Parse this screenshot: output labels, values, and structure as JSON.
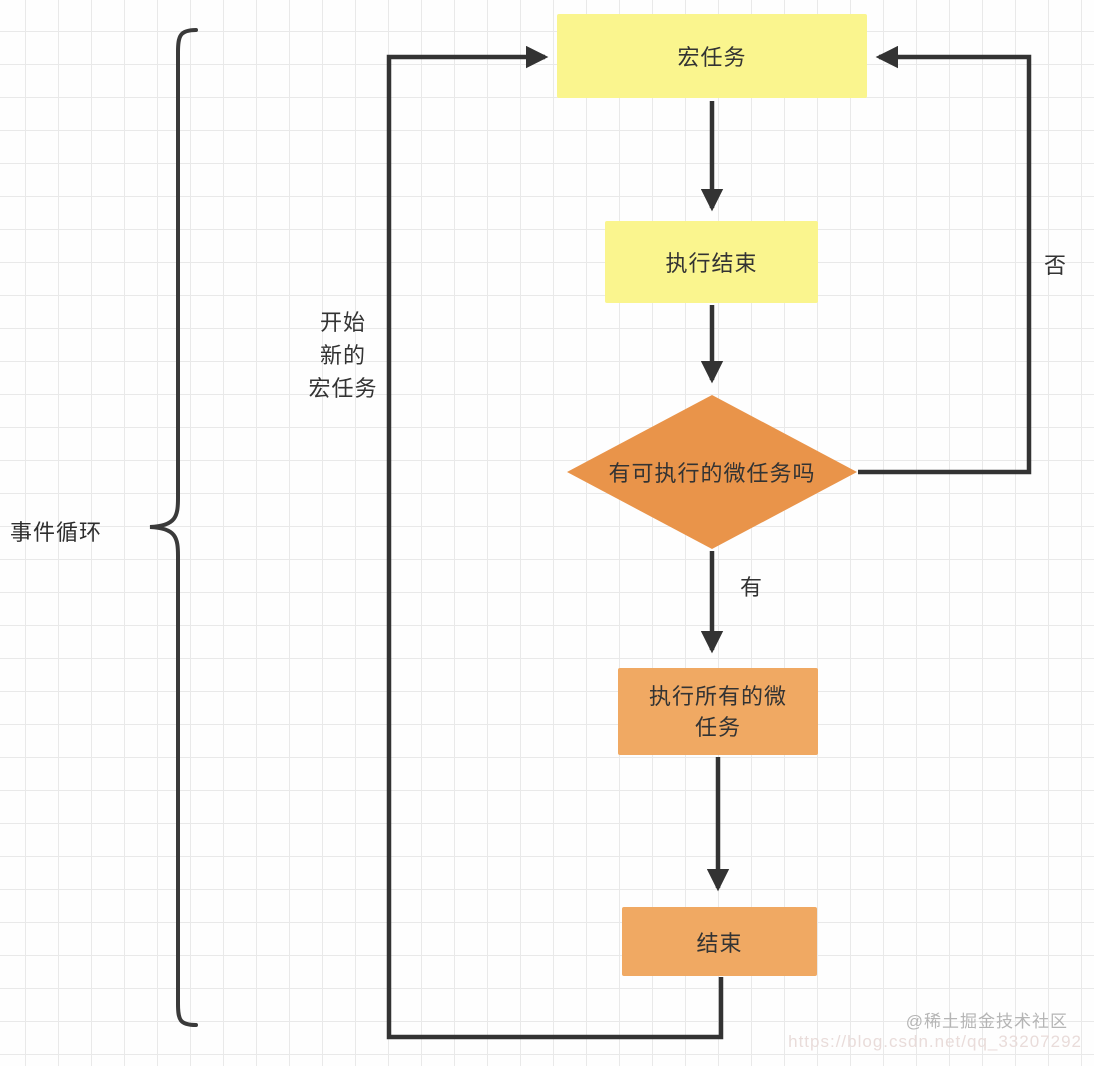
{
  "diagram": {
    "brace_label": "事件循环",
    "loop_back_label": "开始\n新的\n宏任务",
    "nodes": {
      "macro_task": {
        "label": "宏任务",
        "type": "process",
        "fill": "#faf58e"
      },
      "execution_end": {
        "label": "执行结束",
        "type": "process",
        "fill": "#faf58e"
      },
      "microtask_check": {
        "label": "有可执行的微任务吗",
        "type": "decision",
        "fill": "#e9944a"
      },
      "run_microtasks": {
        "label": "执行所有的微任务",
        "type": "process",
        "fill": "#f0a963"
      },
      "end": {
        "label": "结束",
        "type": "process",
        "fill": "#f0a963"
      }
    },
    "edges": {
      "yes_label": "有",
      "no_label": "否"
    },
    "colors": {
      "node_yellow": "#faf58e",
      "node_orange_dark": "#e9944a",
      "node_orange_light": "#f0a963",
      "connector": "#333333",
      "grid_line": "#e9e9e9"
    }
  },
  "watermark": {
    "community": "@稀土掘金技术社区",
    "url": "https://blog.csdn.net/qq_33207292"
  }
}
